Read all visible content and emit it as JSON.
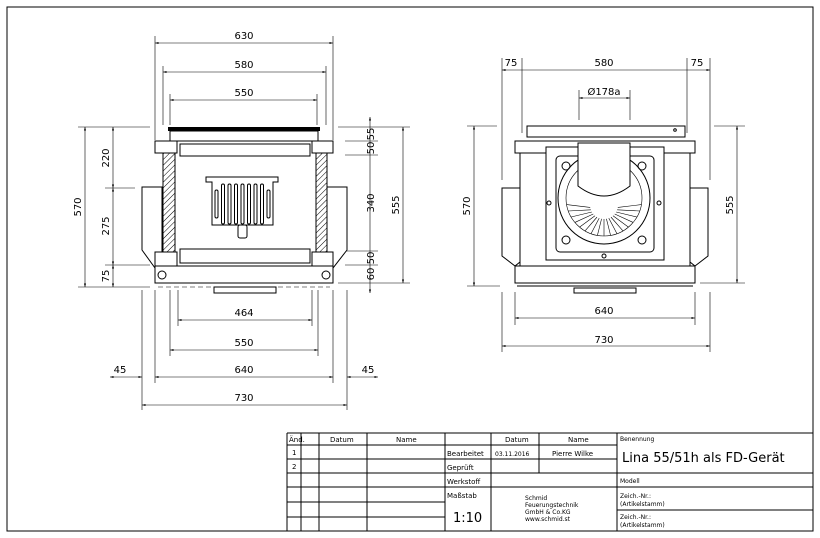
{
  "front_view": {
    "dims": {
      "w630": "630",
      "w580": "580",
      "w550_top": "550",
      "h570": "570",
      "h220": "220",
      "h275": "275",
      "h75": "75",
      "r55": "55",
      "r50a": "50",
      "r340": "340",
      "r50b": "50",
      "r60": "60",
      "h555": "555",
      "w464": "464",
      "w550_bottom": "550",
      "w640": "640",
      "w45_left": "45",
      "w45_right": "45",
      "w730": "730"
    }
  },
  "side_view": {
    "dims": {
      "w75_left": "75",
      "w580": "580",
      "w75_right": "75",
      "d178": "Ø178a",
      "h570": "570",
      "h555": "555",
      "w640": "640",
      "w730": "730"
    }
  },
  "title_block": {
    "rev_headers": [
      "Änd.",
      "Datum",
      "Name"
    ],
    "rev_rows": [
      "1",
      "2"
    ],
    "col_datum": "Datum",
    "col_name": "Name",
    "bearbeitet_label": "Bearbeitet",
    "bearbeitet_date": "03.11.2016",
    "bearbeitet_name": "Pierre Wilke",
    "geprueft_label": "Geprüft",
    "werkstoff_label": "Werkstoff",
    "massstab_label": "Maßstab",
    "massstab_value": "1:10",
    "company": [
      "Schmid",
      "Feuerungstechnik",
      "GmbH & Co.KG",
      "www.schmid.st"
    ],
    "benennung_label": "Benennung",
    "benennung_value": "Lina 55/51h als FD-Gerät",
    "modell_label": "Modell",
    "zeich_nr_1": [
      "Zeich.-Nr.:",
      "(Artikelstamm)"
    ],
    "zeich_nr_2": [
      "Zeich.-Nr.:",
      "(Artikelstamm)"
    ]
  }
}
